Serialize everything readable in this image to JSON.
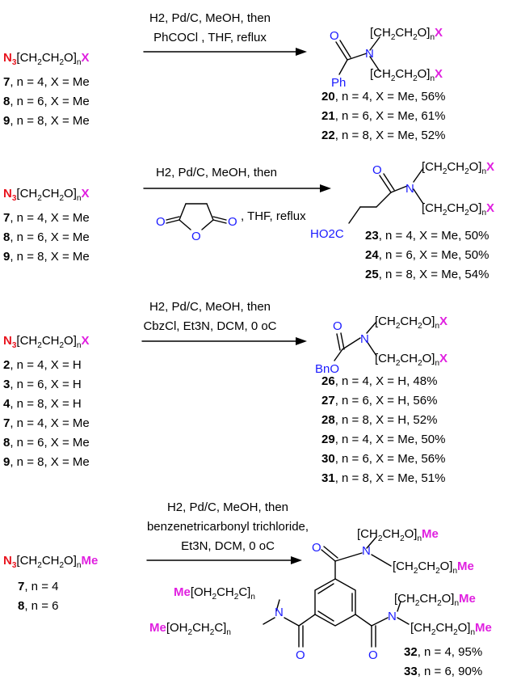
{
  "reactions": [
    {
      "reactant": {
        "n3": "N",
        "sub": "3",
        "chain": "[CH",
        "s1": "2",
        "c2": "CH",
        "s2": "2",
        "c3": "O]",
        "n": "n",
        "x": "X"
      },
      "conditions": [
        "H2, Pd/C, MeOH, then",
        "PhCOCl , THF, reflux"
      ],
      "starting_materials": [
        {
          "id": "7",
          "text": ", n = 4, X = Me"
        },
        {
          "id": "8",
          "text": ", n = 6, X = Me"
        },
        {
          "id": "9",
          "text": ", n = 8, X = Me"
        }
      ],
      "products": [
        {
          "id": "20",
          "text": ", n = 4, X = Me, 56%"
        },
        {
          "id": "21",
          "text": ", n = 6, X = Me, 61%"
        },
        {
          "id": "22",
          "text": ", n = 8, X = Me, 52%"
        }
      ],
      "labels": {
        "O": "O",
        "N": "N",
        "Ph": "Ph"
      }
    },
    {
      "conditions": [
        "H2, Pd/C, MeOH, then",
        ", THF, reflux"
      ],
      "starting_materials": [
        {
          "id": "7",
          "text": ", n = 4, X = Me"
        },
        {
          "id": "8",
          "text": ", n = 6, X = Me"
        },
        {
          "id": "9",
          "text": ", n = 8, X = Me"
        }
      ],
      "products": [
        {
          "id": "23",
          "text": ", n = 4, X = Me, 50%"
        },
        {
          "id": "24",
          "text": ", n = 6, X = Me, 50%"
        },
        {
          "id": "25",
          "text": ", n = 8, X = Me, 54%"
        }
      ],
      "labels": {
        "O": "O",
        "N": "N",
        "HO2C": "HO2C"
      }
    },
    {
      "conditions": [
        "H2, Pd/C, MeOH, then",
        "CbzCl, Et3N, DCM, 0 oC"
      ],
      "starting_materials": [
        {
          "id": "2",
          "text": ", n = 4, X = H"
        },
        {
          "id": "3",
          "text": ", n = 6, X = H"
        },
        {
          "id": "4",
          "text": ", n = 8, X = H"
        },
        {
          "id": "7",
          "text": ", n = 4, X = Me"
        },
        {
          "id": "8",
          "text": ", n = 6, X = Me"
        },
        {
          "id": "9",
          "text": ", n = 8, X = Me"
        }
      ],
      "products": [
        {
          "id": "26",
          "text": ", n = 4, X = H, 48%"
        },
        {
          "id": "27",
          "text": ", n = 6, X = H, 56%"
        },
        {
          "id": "28",
          "text": ", n = 8, X = H, 52%"
        },
        {
          "id": "29",
          "text": ", n = 4, X = Me, 50%"
        },
        {
          "id": "30",
          "text": ", n = 6, X = Me, 56%"
        },
        {
          "id": "31",
          "text": ", n = 8, X = Me, 51%"
        }
      ],
      "labels": {
        "O": "O",
        "N": "N",
        "BnO": "BnO"
      }
    },
    {
      "reactant_end": "Me",
      "conditions": [
        "H2, Pd/C, MeOH, then",
        "benzenetricarbonyl trichloride,",
        "Et3N, DCM, 0 oC"
      ],
      "starting_materials": [
        {
          "id": "7",
          "text": ", n = 4"
        },
        {
          "id": "8",
          "text": ", n = 6"
        }
      ],
      "products": [
        {
          "id": "32",
          "text": ", n = 4, 95%"
        },
        {
          "id": "33",
          "text": ", n = 6, 90%"
        }
      ],
      "labels": {
        "O": "O",
        "N": "N",
        "Me": "Me",
        "rev": "[OH",
        "rev2": "CH",
        "rev3": "C]"
      }
    }
  ],
  "colors": {
    "azide": "#e8141e",
    "end_group": "#e020e0",
    "heteroatom": "#1a1aff"
  }
}
